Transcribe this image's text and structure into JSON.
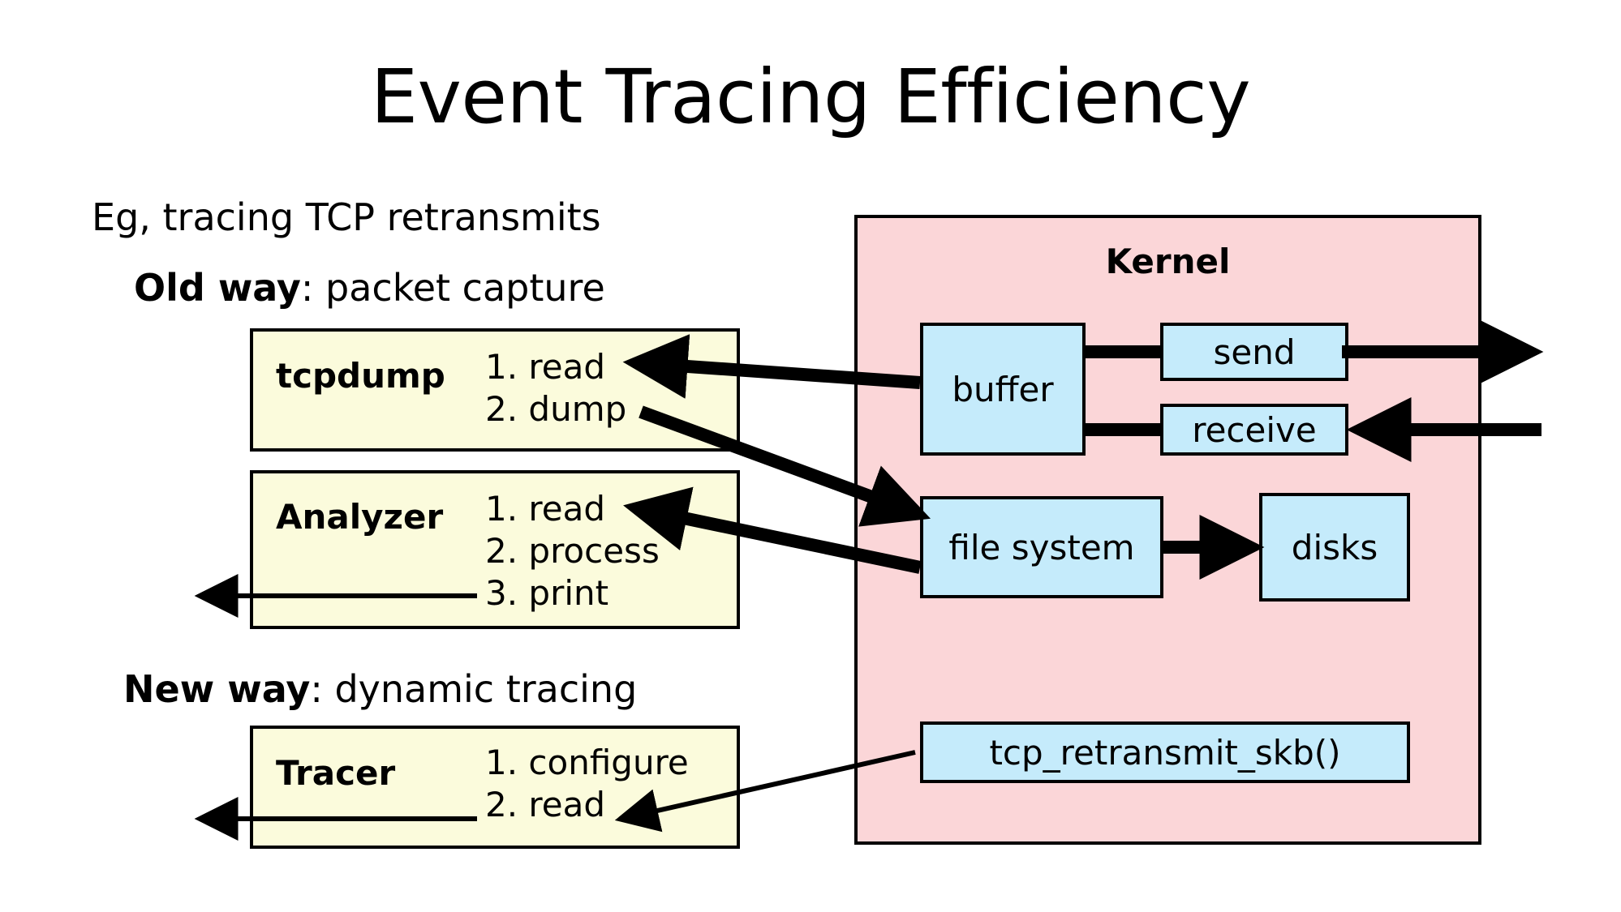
{
  "slide": {
    "title": "Event Tracing Efficiency",
    "background_color": "#ffffff"
  },
  "captions": {
    "example": "Eg, tracing TCP retransmits",
    "old_way_label": "Old way",
    "old_way_rest": ": packet capture",
    "new_way_label": "New way",
    "new_way_rest": ": dynamic tracing"
  },
  "colors": {
    "userspace_box_fill": "#fbfbdc",
    "kernel_panel_fill": "#fbd6d8",
    "kernel_box_fill": "#c5ebfb",
    "stroke": "#000000"
  },
  "userspace": {
    "tcpdump": {
      "title": "tcpdump",
      "steps": [
        "1. read",
        "2. dump"
      ]
    },
    "analyzer": {
      "title": "Analyzer",
      "steps": [
        "1. read",
        "2. process",
        "3. print"
      ]
    },
    "tracer": {
      "title": "Tracer",
      "steps": [
        "1. configure",
        "2. read"
      ]
    }
  },
  "kernel": {
    "label": "Kernel",
    "boxes": {
      "buffer": "buffer",
      "send": "send",
      "receive": "receive",
      "file_system": "file system",
      "disks": "disks",
      "tcp_retransmit": "tcp_retransmit_skb()"
    }
  }
}
